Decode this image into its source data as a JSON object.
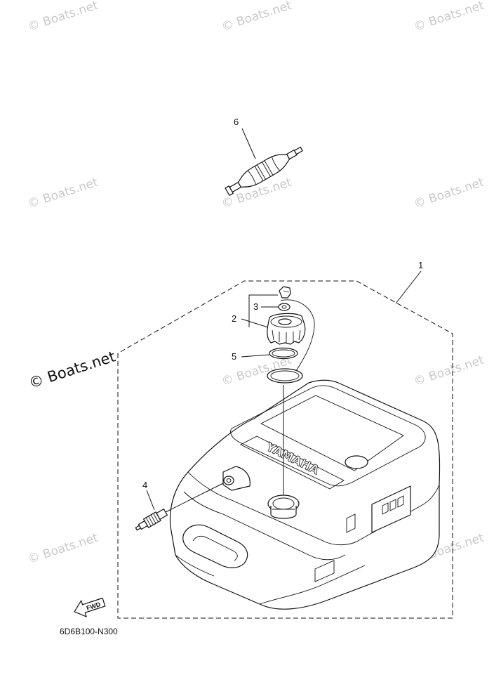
{
  "watermark": {
    "text": "© Boats.net",
    "featured_text": "© Boats.net"
  },
  "callouts": {
    "c1": "1",
    "c2": "2",
    "c3": "3",
    "c4": "4",
    "c5": "5",
    "c6": "6"
  },
  "tank_logo": "YAMAHA",
  "arrow_label": "FWD",
  "reference_code": "6D6B100-N300"
}
